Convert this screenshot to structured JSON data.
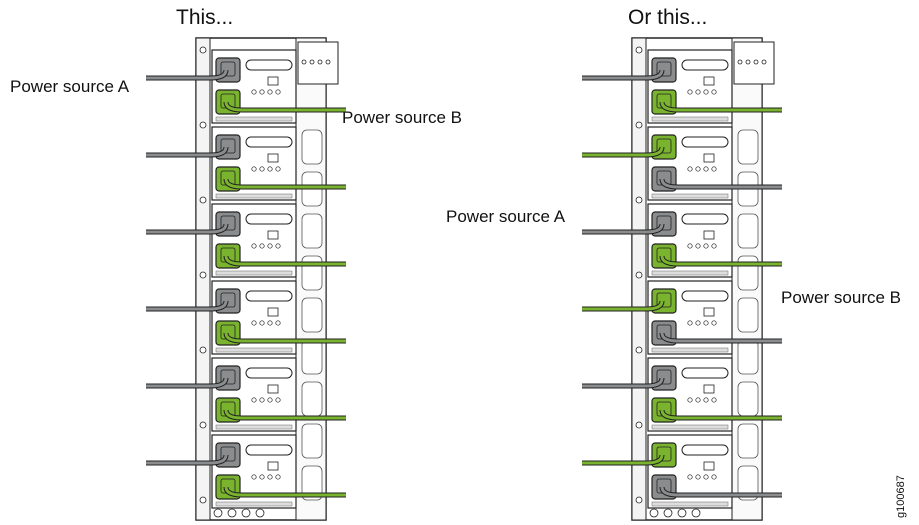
{
  "colors": {
    "source_a": "#8a8c8e",
    "source_b": "#7ab32e",
    "chassis": "#ffffff",
    "stroke": "#222222"
  },
  "left_chassis": {
    "title": "This...",
    "label_a": "Power source A",
    "label_b": "Power source B",
    "pattern": [
      "A",
      "B",
      "A",
      "B",
      "A",
      "B",
      "A",
      "B",
      "A",
      "B",
      "A",
      "B"
    ]
  },
  "right_chassis": {
    "title": "Or this...",
    "label_a": "Power source A",
    "label_b": "Power source B",
    "pattern": [
      "A",
      "B",
      "B",
      "A",
      "A",
      "B",
      "B",
      "A",
      "A",
      "B",
      "B",
      "A"
    ]
  },
  "figure_id": "g100687"
}
